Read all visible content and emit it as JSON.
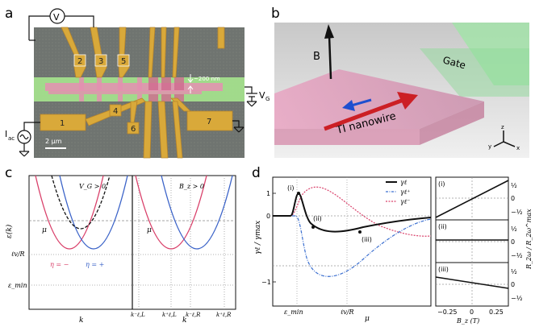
{
  "panels": {
    "a": {
      "label": "a",
      "voltmeter": "V",
      "gate_voltage": "V",
      "gate_voltage_sub": "G",
      "current_source": "I",
      "current_source_sub": "ac",
      "scale_bar": "2 μm",
      "width_annotation": "~200 nm",
      "pads": [
        "2",
        "3",
        "5",
        "4",
        "6",
        "1",
        "7"
      ]
    },
    "b": {
      "label": "b",
      "gate": "Gate",
      "field": "B",
      "nanowire": "TI nanowire",
      "axes": [
        "z",
        "y",
        "x"
      ]
    },
    "c": {
      "label": "c",
      "ylabel": "ε(k)",
      "xlabel": "k",
      "left_title": "V_G > 0",
      "right_title": "B_z > 0",
      "mu": "μ",
      "eta_minus": "η = −",
      "eta_plus": "η = +",
      "y_ticks": [
        "ℓv/R",
        "ε_min"
      ],
      "x_ticks_right": [
        "k⁻ℓ,L",
        "k⁺ℓ,L",
        "k⁻ℓ,R",
        "k⁺ℓ,R"
      ]
    },
    "d": {
      "label": "d",
      "ylabel": "γℓ / γmax",
      "xlabel": "μ",
      "y_ticks": [
        "1",
        "0",
        "−1"
      ],
      "x_ticks": [
        "ε_min",
        "ℓv/R"
      ],
      "legend": [
        "γℓ",
        "γℓ⁺",
        "γℓ⁻"
      ],
      "markers": [
        "(i)",
        "(ii)",
        "(iii)"
      ],
      "side_labels": [
        "(i)",
        "(ii)",
        "(iii)"
      ],
      "side_ylabel": "R_2ω / R_2ω^max",
      "side_xlabel": "B_z (T)",
      "side_x_ticks": [
        "−0.25",
        "0",
        "0.25"
      ],
      "side_y_ticks": [
        "½",
        "0",
        "−½"
      ]
    }
  },
  "colors": {
    "gold": "#d9a93a",
    "substrate": "#6f7470",
    "green_gate": "#a6e68e",
    "nanowire": "#e58fb1",
    "red": "#cc1f25",
    "blue": "#1f4fcf",
    "eta_minus": "#d9406a",
    "eta_plus": "#3b63c8",
    "plus": "#3b6fd0",
    "minus": "#d9406a"
  }
}
